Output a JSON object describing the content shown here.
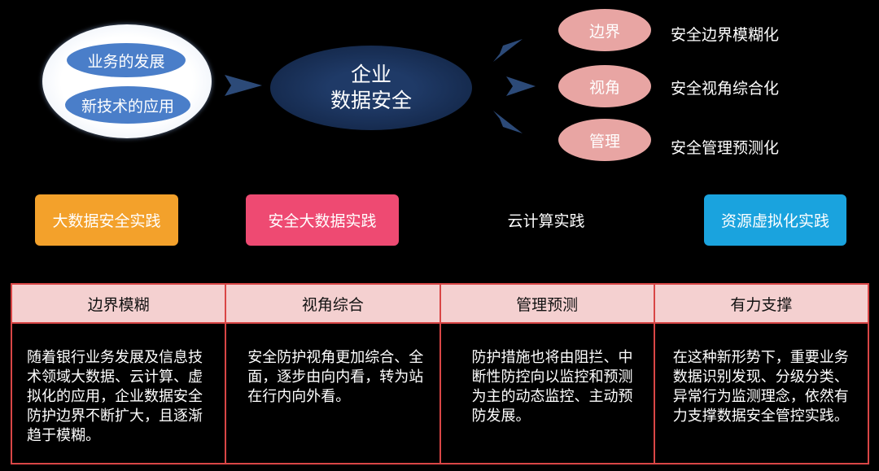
{
  "left": {
    "items": [
      "业务的发展",
      "新技术的应用"
    ]
  },
  "center": {
    "line1": "企业",
    "line2": "数据安全"
  },
  "aspects": [
    {
      "label": "边界",
      "desc": "安全边界模糊化"
    },
    {
      "label": "视角",
      "desc": "安全视角综合化"
    },
    {
      "label": "管理",
      "desc": "安全管理预测化"
    }
  ],
  "practices": [
    "大数据安全实践",
    "安全大数据实践",
    "云计算实践",
    "资源虚拟化实践"
  ],
  "colors": {
    "pill_blue": "#4a7ec9",
    "center_navy": "#1f3a67",
    "pink": "#e8a5a3",
    "orange": "#f3a12b",
    "rose": "#ee4a72",
    "cyan": "#1aa3de",
    "table_border": "#d94646",
    "table_header": "#f4d0d0"
  },
  "table": {
    "headers": [
      "边界模糊",
      "视角综合",
      "管理预测",
      "有力支撑"
    ],
    "cells": [
      "随着银行业务发展及信息技术领域大数据、云计算、虚拟化的应用，企业数据安全防护边界不断扩大，且逐渐趋于模糊。",
      "安全防护视角更加综合、全面，逐步由向内看，转为站在行内向外看。",
      "防护措施也将由阻拦、中断性防控向以监控和预测为主的动态监控、主动预防发展。",
      "在这种新形势下，重要业务数据识别发现、分级分类、异常行为监测理念，依然有力支撑数据安全管控实践。"
    ]
  }
}
